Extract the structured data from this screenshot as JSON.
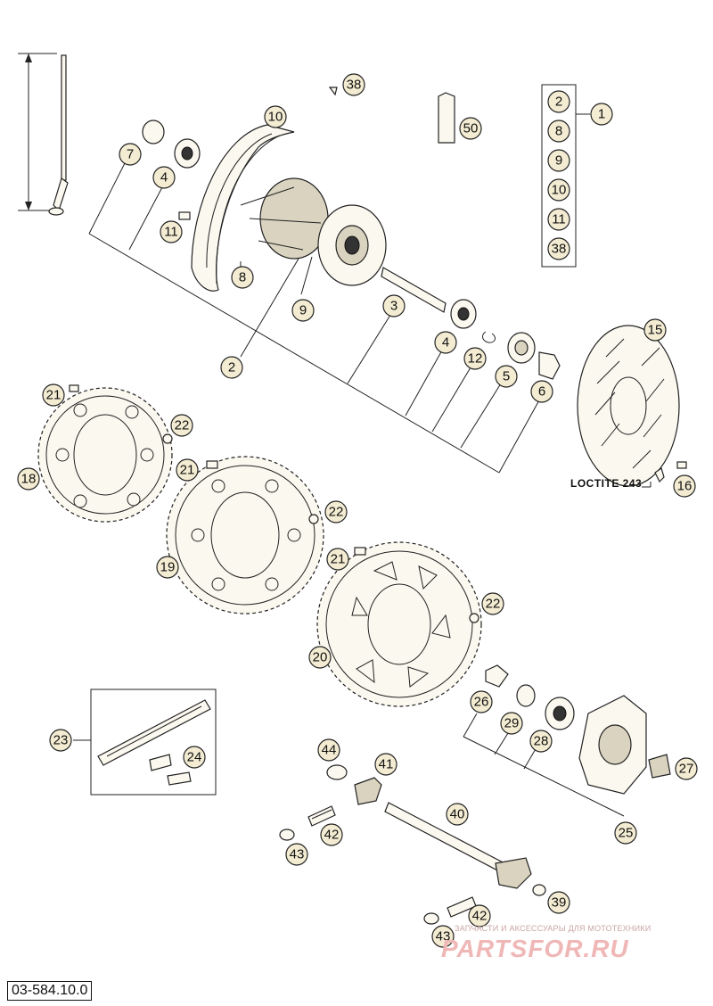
{
  "drawing_code": "03-584.10.0",
  "loctite_note": "LOCTITE 243",
  "watermark": {
    "tagline": "ЗАПЧАСТИ И АКСЕССУАРЫ ДЛЯ МОТОТЕХНИКИ",
    "logo": "PARTSFOR.RU"
  },
  "callouts": {
    "c1": "1",
    "c2": "2",
    "c3": "3",
    "c4": "4",
    "c5": "5",
    "c6": "6",
    "c7": "7",
    "c8": "8",
    "c9": "9",
    "c10": "10",
    "c11": "11",
    "c12": "12",
    "c15": "15",
    "c16": "16",
    "c18": "18",
    "c19": "19",
    "c20": "20",
    "c21": "21",
    "c22": "22",
    "c23": "23",
    "c24": "24",
    "c25": "25",
    "c26": "26",
    "c27": "27",
    "c28": "28",
    "c29": "29",
    "c38": "38",
    "c39": "39",
    "c40": "40",
    "c41": "41",
    "c42": "42",
    "c43": "43",
    "c44": "44",
    "c50": "50"
  },
  "kit_list": [
    "2",
    "8",
    "9",
    "10",
    "11",
    "38"
  ]
}
